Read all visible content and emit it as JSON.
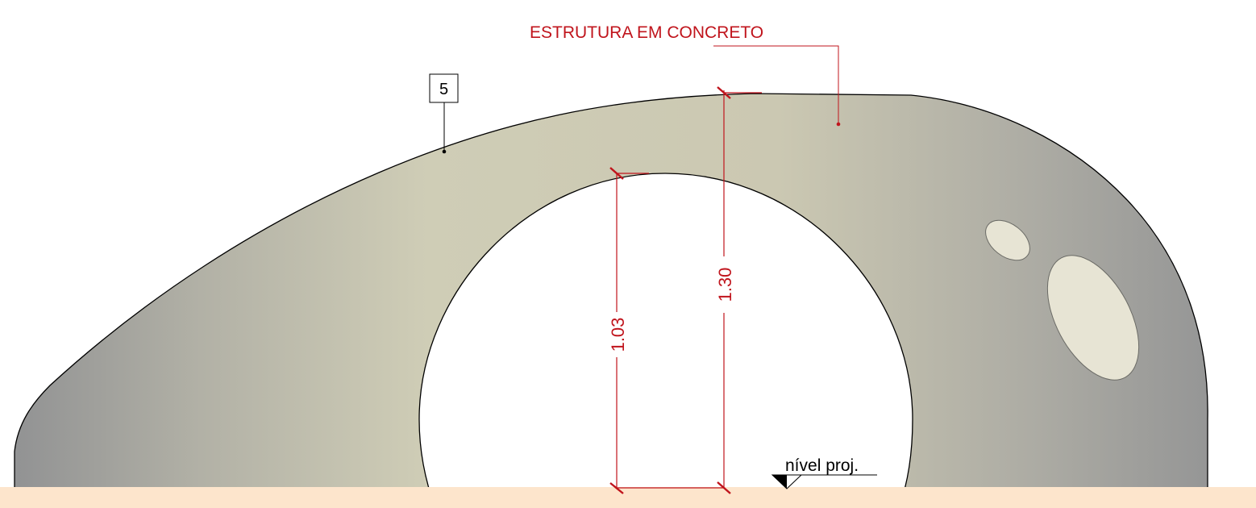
{
  "drawing": {
    "callout_label": "ESTRUTURA EM CONCRETO",
    "tag_number": "5",
    "level_label": "nível proj.",
    "dimensions": {
      "inner_height": "1.03",
      "outer_height": "1.30"
    }
  },
  "colors": {
    "annotation": "#c0141c",
    "concrete_light": "#cfcdb6",
    "concrete_dark": "#8f9092",
    "ground": "#fde5cc",
    "opening_fill": "#e7e4d4",
    "outline": "#000000"
  }
}
